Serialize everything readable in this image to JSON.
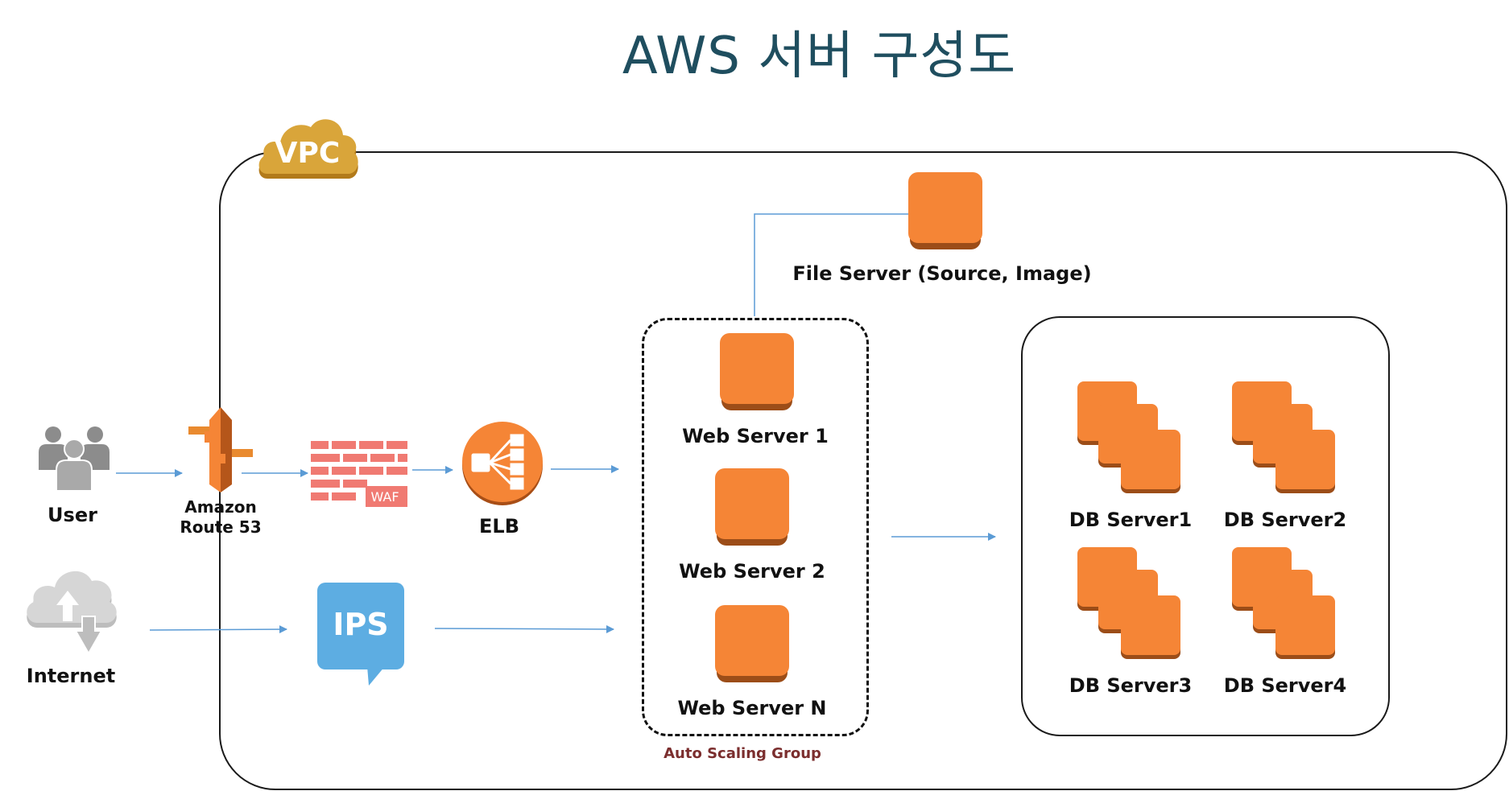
{
  "title": "AWS 서버 구성도",
  "vpc": {
    "label": "VPC"
  },
  "nodes": {
    "user": "User",
    "route53": "Amazon\nRoute 53",
    "route53_line1": "Amazon",
    "route53_line2": "Route 53",
    "waf": "WAF",
    "elb": "ELB",
    "internet": "Internet",
    "ips": "IPS",
    "file_server": "File Server (Source, Image)",
    "web_server_1": "Web Server 1",
    "web_server_2": "Web Server 2",
    "web_server_n": "Web Server N",
    "auto_scaling_group": "Auto Scaling Group",
    "db_server_1": "DB Server1",
    "db_server_2": "DB Server2",
    "db_server_3": "DB Server3",
    "db_server_4": "DB Server4"
  },
  "colors": {
    "aws_orange": "#f58536",
    "aws_orange_dark": "#9c4d18",
    "vpc_gold": "#d9a53a",
    "arrow_blue": "#5b9bd5",
    "ips_blue": "#5dade2",
    "waf_red": "#f07a72",
    "title_teal": "#1f4e5f",
    "asg_label": "#7b2e2e",
    "user_gray": "#8c8c8c"
  }
}
